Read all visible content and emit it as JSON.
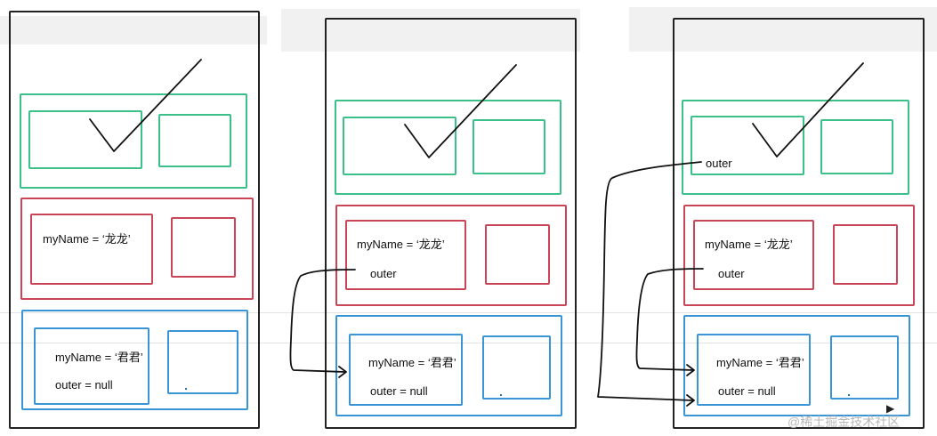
{
  "panels": [
    {
      "id": "panel-1",
      "red_frame": {
        "lines": [
          "myName = ‘龙龙’"
        ]
      },
      "blue_frame": {
        "lines": [
          "myName = ‘君君’",
          "outer = null"
        ]
      }
    },
    {
      "id": "panel-2",
      "red_frame": {
        "lines": [
          "myName = ‘龙龙’",
          "outer"
        ]
      },
      "blue_frame": {
        "lines": [
          "myName = ‘君君’",
          "outer = null"
        ]
      }
    },
    {
      "id": "panel-3",
      "green_frame": {
        "lines": [
          "outer"
        ]
      },
      "red_frame": {
        "lines": [
          "myName = ‘龙龙’",
          "outer"
        ]
      },
      "blue_frame": {
        "lines": [
          "myName = ‘君君’",
          "outer = null"
        ]
      }
    }
  ],
  "watermark": "@稀土掘金技术社区",
  "colors": {
    "green": "#3cc08a",
    "red": "#c94557",
    "blue": "#3a95d6",
    "ink": "#111111"
  },
  "icons": {
    "checkmark": "checkmark-icon",
    "cursor": "cursor-arrow-icon"
  }
}
